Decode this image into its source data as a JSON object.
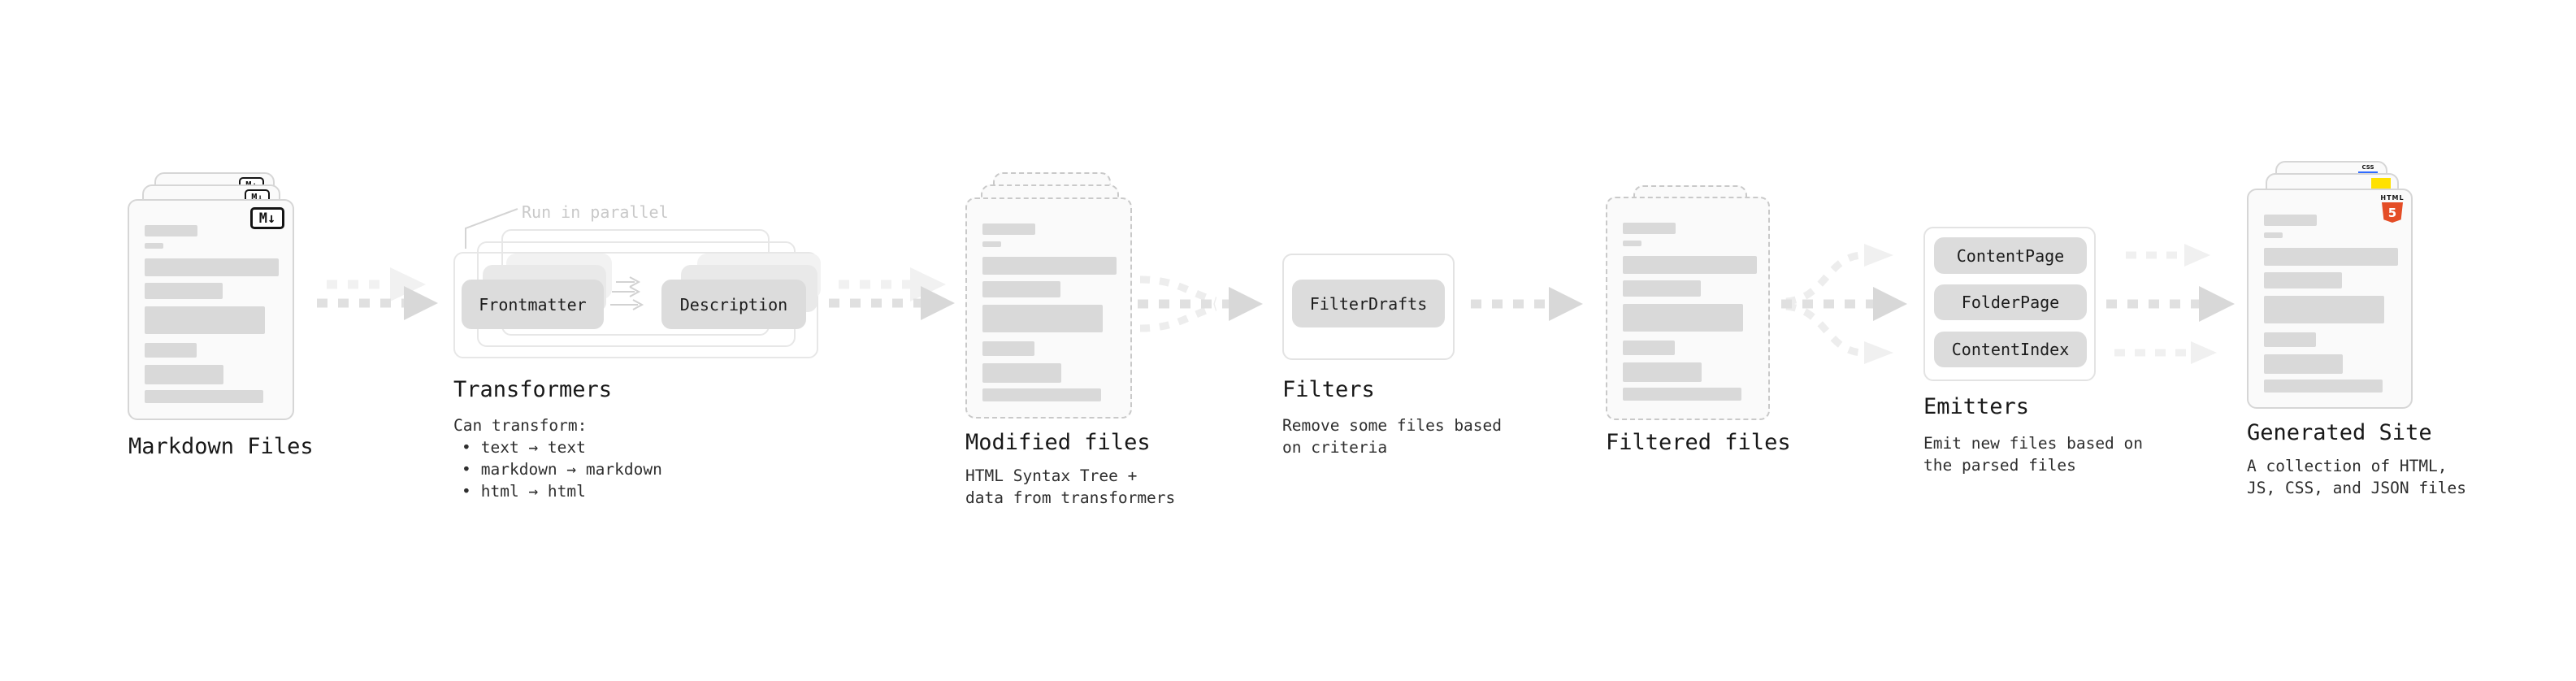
{
  "ui": {
    "bullet": "•"
  },
  "badges": {
    "markdown": "M↓",
    "html": "HTML",
    "html_number": "5",
    "css": "CSS"
  },
  "colors": {
    "html5_orange": "#e44d26",
    "js_yellow": "#ffe100",
    "css_blue": "#2f6bff"
  },
  "stages": {
    "markdown": {
      "label": "Markdown Files"
    },
    "transformers": {
      "label": "Transformers",
      "note": "Run in parallel",
      "pill_left": "Frontmatter",
      "pill_right": "Description",
      "can_transform": "Can transform:",
      "bullets": [
        "text → text",
        "markdown → markdown",
        "html → html"
      ]
    },
    "modified": {
      "label": "Modified files",
      "desc": [
        "HTML Syntax Tree +",
        "data from transformers"
      ]
    },
    "filters": {
      "label": "Filters",
      "pill": "FilterDrafts",
      "desc": [
        "Remove some files based",
        "on criteria"
      ]
    },
    "filtered": {
      "label": "Filtered files"
    },
    "emitters": {
      "label": "Emitters",
      "pills": [
        "ContentPage",
        "FolderPage",
        "ContentIndex"
      ],
      "desc": [
        "Emit new files based on",
        "the parsed files"
      ]
    },
    "site": {
      "label": "Generated Site",
      "desc": [
        "A collection of HTML,",
        "JS, CSS, and JSON files"
      ]
    }
  }
}
